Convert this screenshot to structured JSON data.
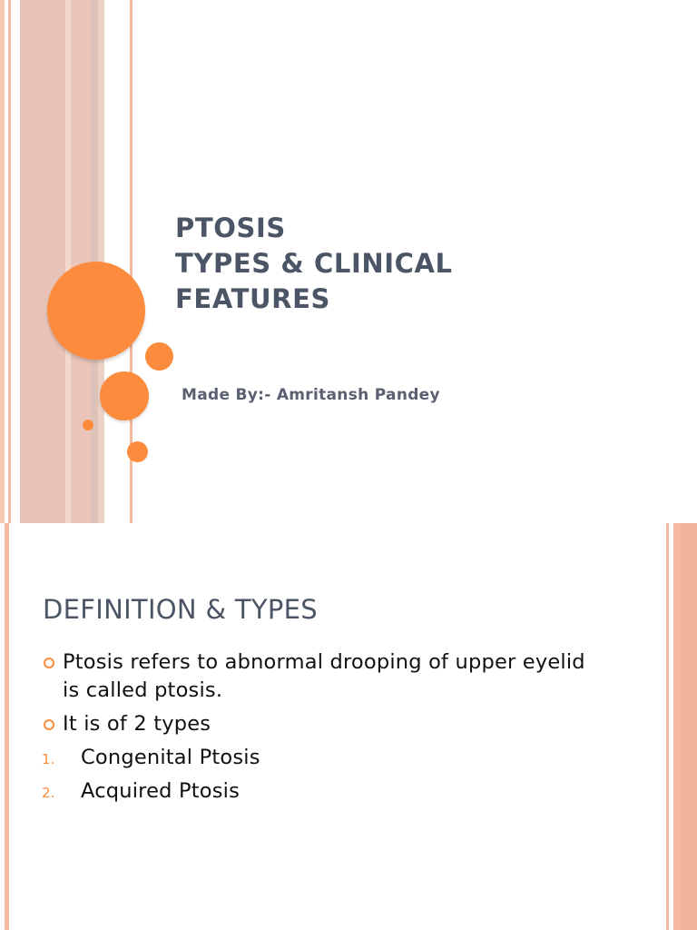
{
  "colors": {
    "accent": "#fd8b3d",
    "title_text": "#4b5566",
    "stripe_pink": "#e9c2b5",
    "stripe_salmon": "#f4b99f"
  },
  "slide1": {
    "title_lines": [
      "PTOSIS",
      "TYPES & CLINICAL",
      "FEATURES"
    ],
    "subtitle": "Made By:- Amritansh Pandey"
  },
  "slide2": {
    "heading": "DEFINITION & TYPES",
    "bullets": [
      "Ptosis refers to abnormal drooping of upper eyelid is called ptosis.",
      "It is of 2 types"
    ],
    "numbered": [
      {
        "num": "1.",
        "text": "Congenital Ptosis"
      },
      {
        "num": "2.",
        "text": "Acquired Ptosis"
      }
    ]
  }
}
